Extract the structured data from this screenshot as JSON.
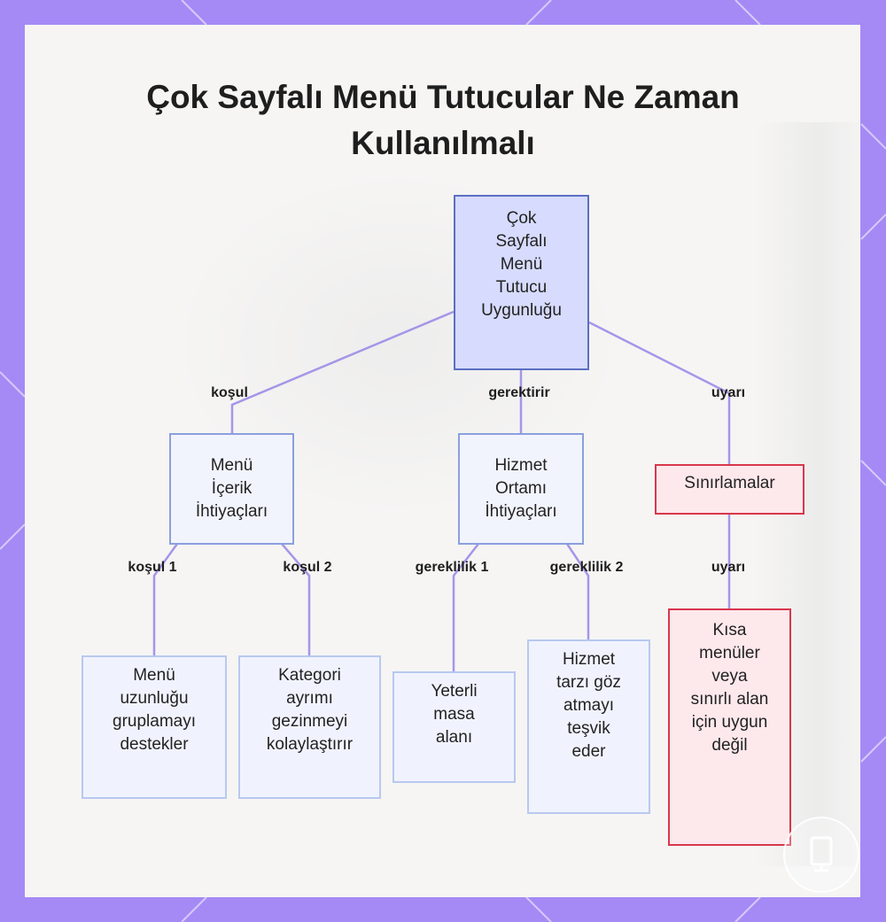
{
  "title_lines": [
    "Çok Sayfalı Menü Tutucular Ne Zaman",
    "Kullanılmalı"
  ],
  "colors": {
    "frame": "#a58af5",
    "edge": "#a596e8",
    "root_fill": "#d7dbfd",
    "warning_border": "#d8374c",
    "warning_fill": "#fde8ec"
  },
  "nodes": {
    "root": [
      "Çok",
      "Sayfalı",
      "Menü",
      "Tutucu",
      "Uygunluğu"
    ],
    "menu_needs": [
      "Menü",
      "İçerik",
      "İhtiyaçları"
    ],
    "service_needs": [
      "Hizmet",
      "Ortamı",
      "İhtiyaçları"
    ],
    "limitations": [
      "Sınırlamalar"
    ],
    "menu_length": [
      "Menü",
      "uzunluğu",
      "gruplamayı",
      "destekler"
    ],
    "category": [
      "Kategori",
      "ayrımı",
      "gezinmeyi",
      "kolaylaştırır"
    ],
    "table_space": [
      "Yeterli",
      "masa",
      "alanı"
    ],
    "service_style": [
      "Hizmet",
      "tarzı göz",
      "atmayı",
      "teşvik",
      "eder"
    ],
    "short_menus": [
      "Kısa",
      "menüler",
      "veya",
      "sınırlı alan",
      "için uygun",
      "değil"
    ]
  },
  "edge_labels": {
    "kosul": "koşul",
    "gerektirir": "gerektirir",
    "uyari_top": "uyarı",
    "kosul1": "koşul 1",
    "kosul2": "koşul 2",
    "gereklilik1": "gereklilik 1",
    "gereklilik2": "gereklilik 2",
    "uyari_bottom": "uyarı"
  }
}
